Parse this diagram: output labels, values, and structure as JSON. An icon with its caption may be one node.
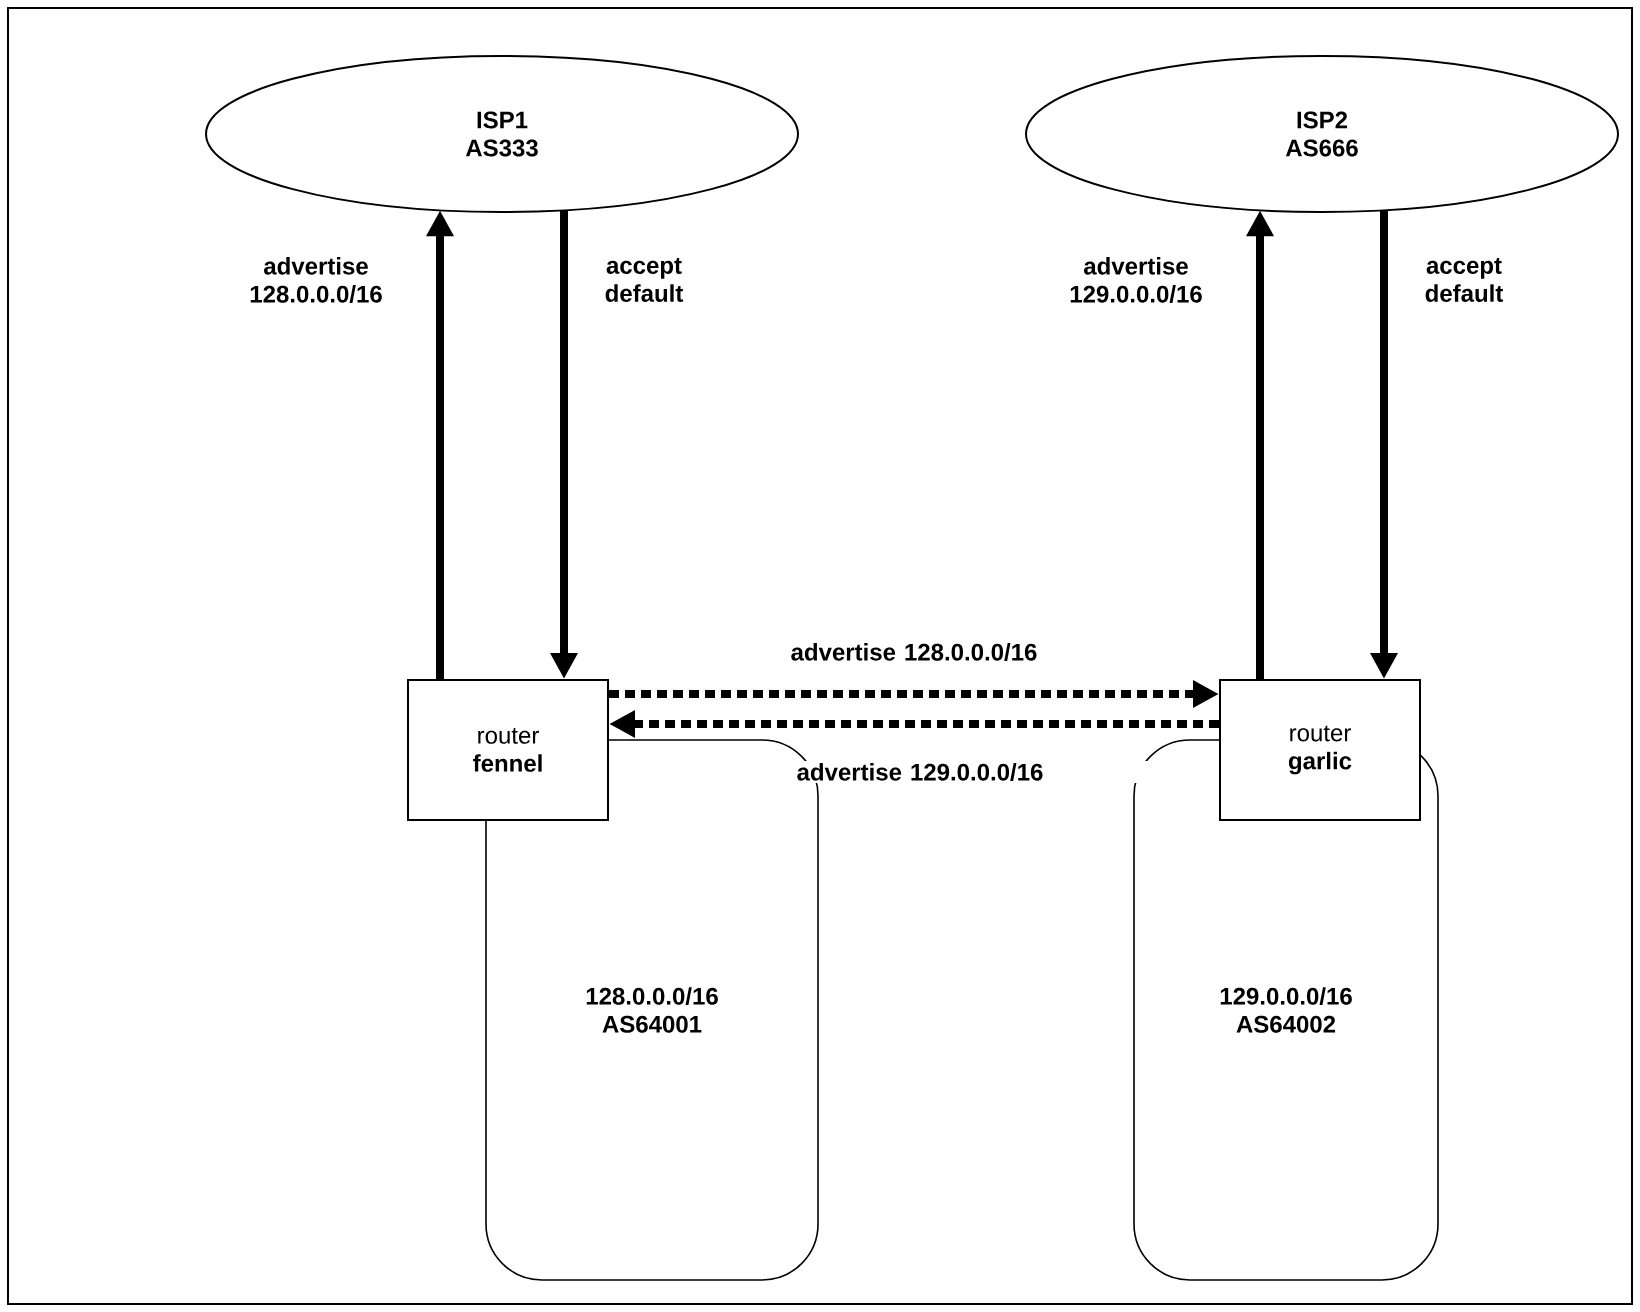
{
  "diagram": {
    "nodes": [
      {
        "text": [
          "ISP1",
          "AS333"
        ]
      },
      {
        "text": [
          "ISP2",
          "AS666"
        ]
      },
      {
        "text": [
          "128.0.0.0/16",
          "AS64001"
        ]
      },
      {
        "text": [
          "router **fennel**"
        ]
      },
      {
        "text": [
          "129.0.0.0/16",
          "AS64002"
        ]
      },
      {
        "text": [
          "router **garlic**"
        ]
      }
    ],
    "edges": [
      {
        "from": 3,
        "to": 0,
        "arrow": "to",
        "label": "advertise 128.0.0.0/16"
      },
      {
        "from": 0,
        "to": 3,
        "arrow": "to",
        "label": "accept default"
      },
      {
        "from": 5,
        "to": 1,
        "arrow": "to",
        "label": "advertise 129.0.0.0/16"
      },
      {
        "from": 1,
        "to": 5,
        "arrow": "to",
        "label": "accept default"
      },
      {
        "from": 3,
        "to": 5,
        "arrow": "to",
        "label": "advertise 128.0.0.0/16",
        "style": "dashed"
      },
      {
        "from": 5,
        "to": 3,
        "arrow": "to",
        "label": "advertise 129.0.0.0/16",
        "style": "dashed"
      }
    ]
  }
}
